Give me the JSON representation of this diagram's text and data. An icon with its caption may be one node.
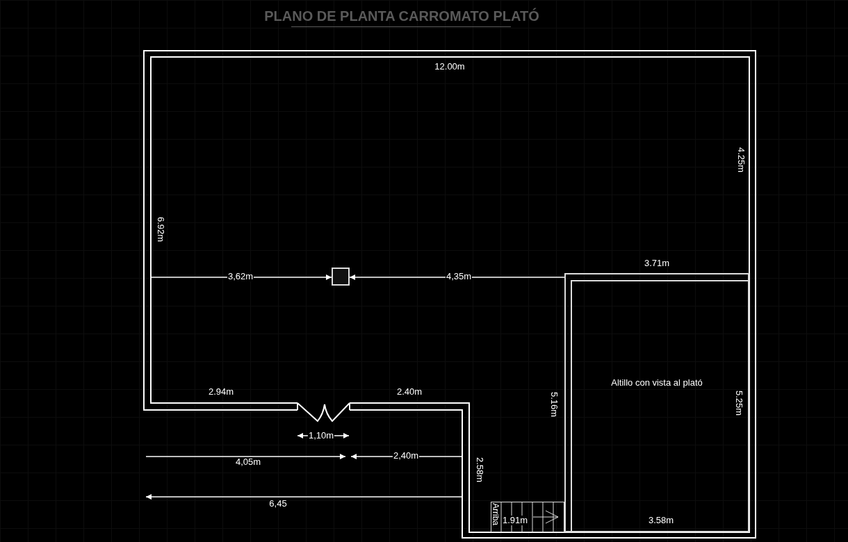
{
  "diagram": {
    "title": "PLANO DE PLANTA CARROMATO PLATÓ",
    "nodes": [
      {
        "text": [
          "Altillo con vista al plató"
        ]
      },
      {
        "text": [],
        "shape": "box"
      },
      {
        "text": [
          "Arriba"
        ]
      }
    ],
    "edges": [
      {
        "from": null,
        "to": 1,
        "arrow": "to",
        "label": "3,62m"
      },
      {
        "from": 0,
        "to": 1,
        "arrow": "to",
        "label": "4,35m"
      }
    ],
    "labels": [
      "12.00m",
      "4.25m",
      "6.92m",
      "3.71m",
      "2.94m",
      "2.40m",
      "5.16m",
      "5.25m",
      "1,10m",
      "2,40m",
      "4,05m",
      "2.58m",
      "6,45",
      "1.91m",
      "3.58m"
    ]
  }
}
